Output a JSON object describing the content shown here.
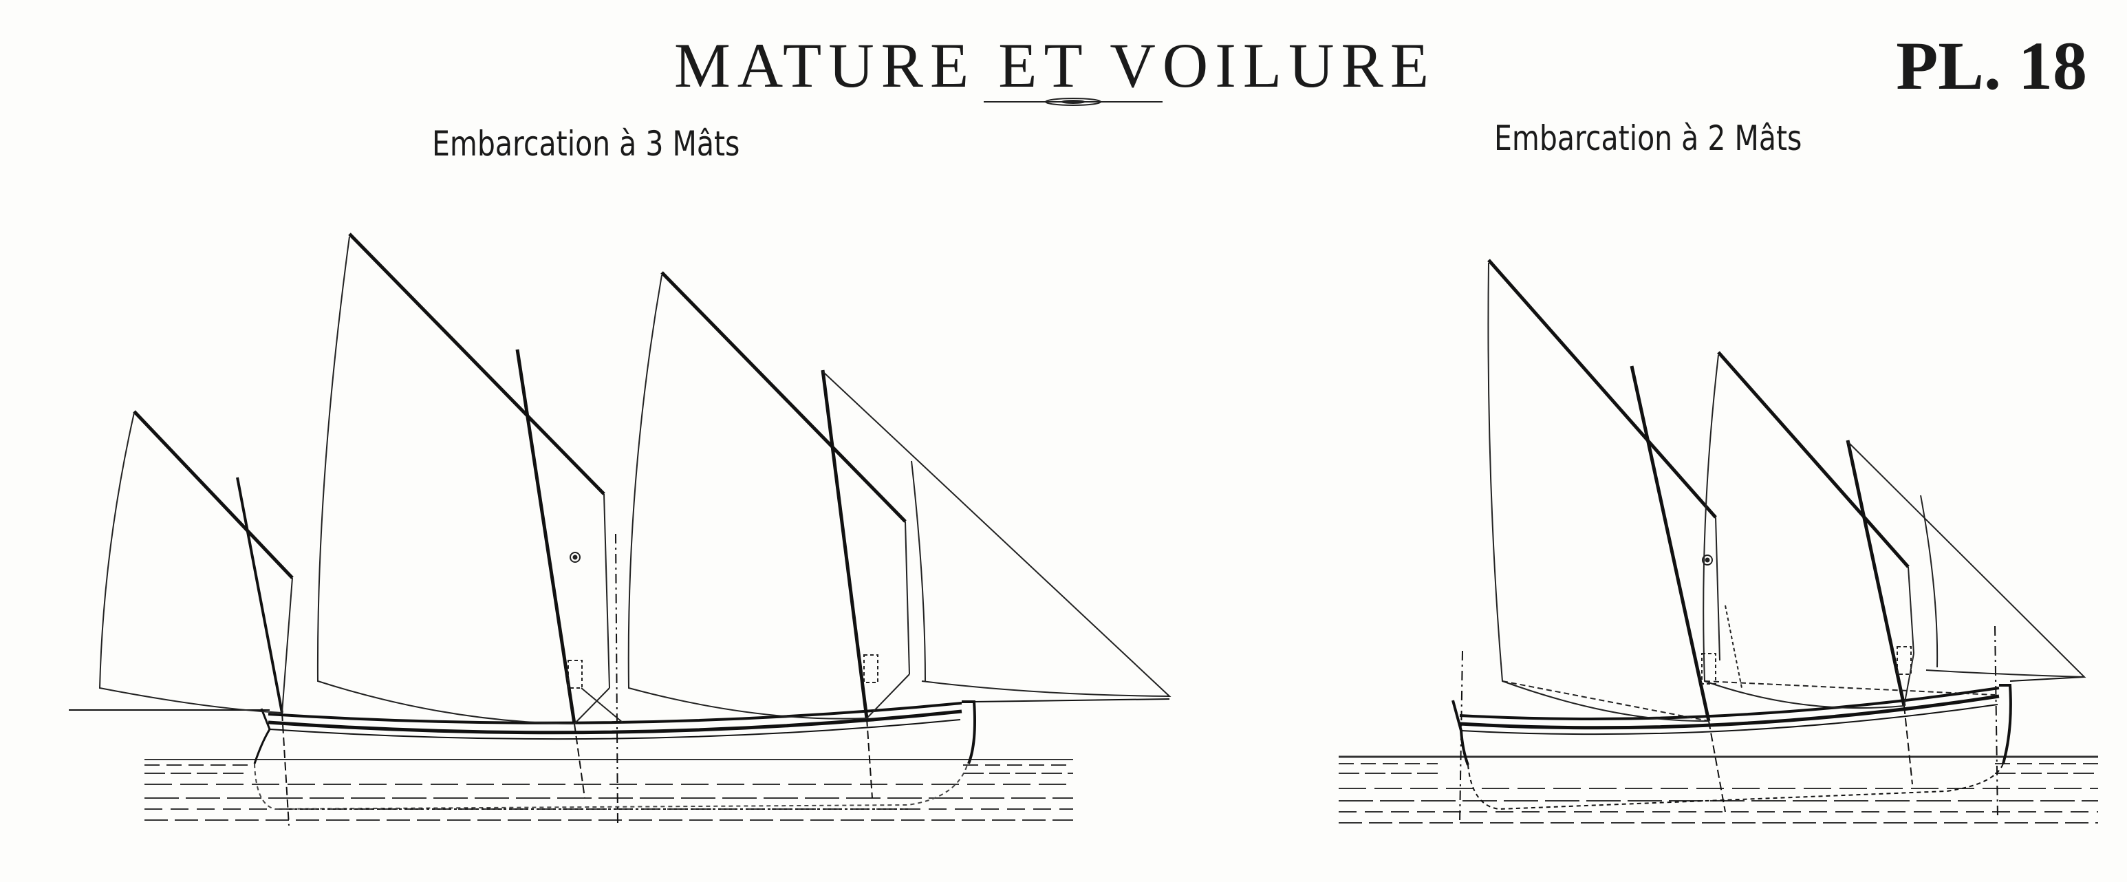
{
  "plate": {
    "title": "MATURE ET VOILURE",
    "number": "PL. 18"
  },
  "drawings": [
    {
      "id": "three-masts",
      "caption": "Embarcation à 3 Mâts",
      "masts": 3
    },
    {
      "id": "two-masts",
      "caption": "Embarcation à 2 Mâts",
      "masts": 2
    }
  ],
  "colors": {
    "ink": "#1a1a1a",
    "paper": "#fdfdfb"
  }
}
